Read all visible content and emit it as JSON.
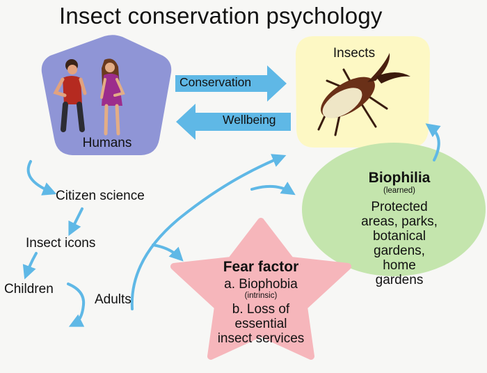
{
  "title": "Insect conservation psychology",
  "nodes": {
    "humans": {
      "label": "Humans"
    },
    "insects": {
      "label": "Insects"
    },
    "biophilia": {
      "title": "Biophilia",
      "qualifier": "(learned)",
      "description": "Protected areas, parks,\nbotanical gardens, home\ngardens"
    },
    "fear_factor": {
      "title": "Fear factor",
      "item_a": "a. Biophobia",
      "item_a_qualifier": "(intrinsic)",
      "item_b": "b. Loss of\nessential\ninsect services"
    }
  },
  "arrows": {
    "conservation": "Conservation",
    "wellbeing": "Wellbeing"
  },
  "chain": {
    "citizen_science": "Citizen science",
    "insect_icons": "Insect icons",
    "children": "Children",
    "adults": "Adults"
  },
  "colors": {
    "humans_fill": "#8f95d6",
    "insects_fill": "#fdf8c4",
    "biophilia_fill": "#c4e5ad",
    "fear_fill": "#f6b6bb",
    "arrow_blue": "#5fb8e6"
  }
}
